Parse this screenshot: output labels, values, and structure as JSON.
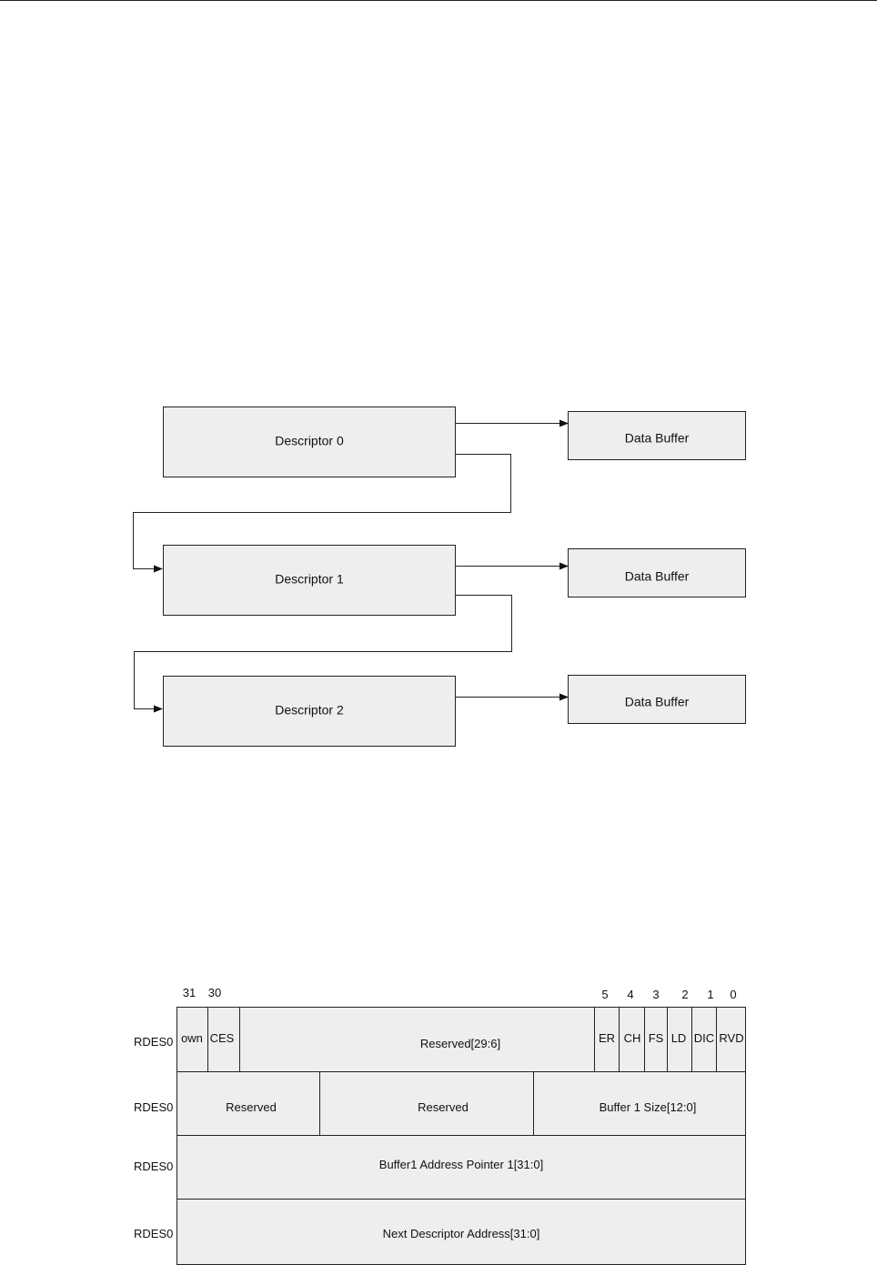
{
  "chain_diagram": {
    "descriptors": [
      "Descriptor 0",
      "Descriptor 1",
      "Descriptor 2"
    ],
    "buffers": [
      "Data Buffer",
      "Data Buffer",
      "Data Buffer"
    ]
  },
  "register_diagram": {
    "bits": {
      "b31": "31",
      "b30": "30",
      "b5": "5",
      "b4": "4",
      "b3": "3",
      "b2": "2",
      "b1": "1",
      "b0": "0"
    },
    "row_labels": [
      "RDES0",
      "RDES0",
      "RDES0",
      "RDES0"
    ],
    "row0": {
      "own": "own",
      "ces": "CES",
      "reserved": "Reserved[29:6]",
      "er": "ER",
      "ch": "CH",
      "fs": "FS",
      "ld": "LD",
      "dic": "DIC",
      "rvd": "RVD"
    },
    "row1": {
      "reserved_a": "Reserved",
      "reserved_b": "Reserved",
      "buffer_size": "Buffer 1 Size[12:0]"
    },
    "row2": {
      "buffer_addr": "Buffer1 Address Pointer 1[31:0]"
    },
    "row3": {
      "next_desc": "Next Descriptor Address[31:0]"
    }
  }
}
